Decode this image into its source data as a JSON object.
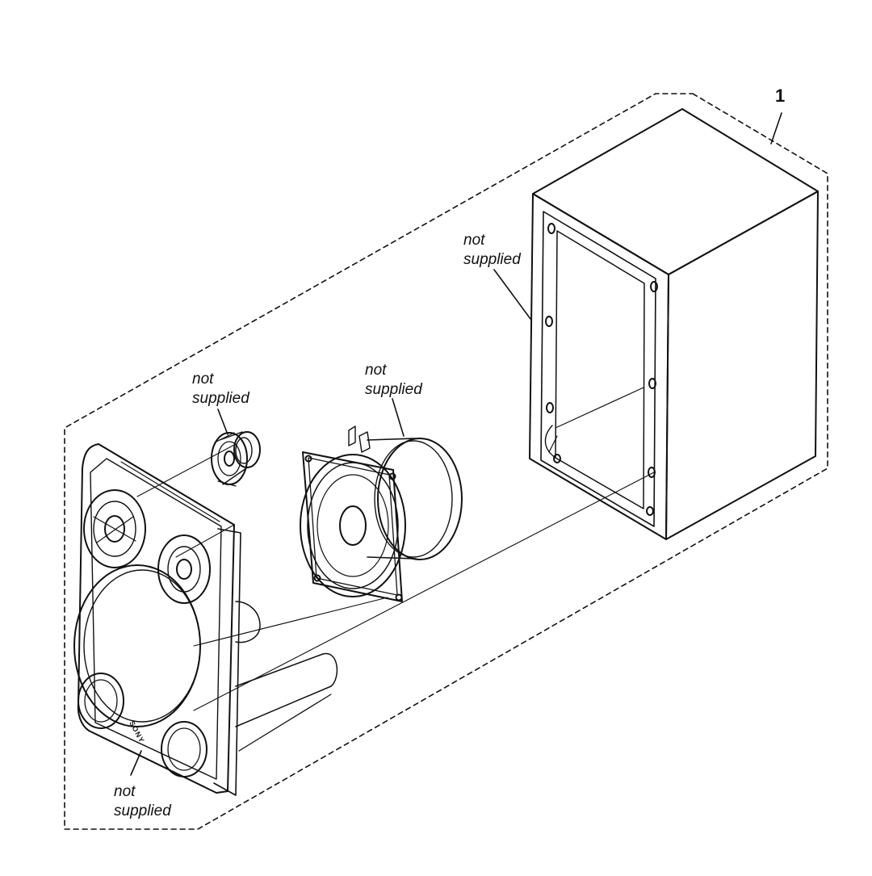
{
  "diagram": {
    "callout_number": "1",
    "label_line1": "not",
    "label_line2": "supplied",
    "brand_mark": "SONY",
    "labels": [
      {
        "id": "cabinet-frame",
        "line1": "not",
        "line2": "supplied"
      },
      {
        "id": "tweeter",
        "line1": "not",
        "line2": "supplied"
      },
      {
        "id": "woofer",
        "line1": "not",
        "line2": "supplied"
      },
      {
        "id": "front-grille",
        "line1": "not",
        "line2": "supplied"
      }
    ]
  }
}
